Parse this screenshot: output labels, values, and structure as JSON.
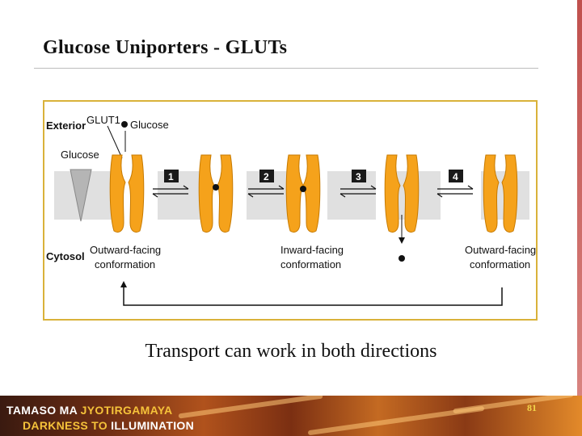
{
  "slide": {
    "title": "Glucose Uniporters - GLUTs",
    "caption": "Transport can work in both directions",
    "page_number": "81"
  },
  "figure": {
    "labels": {
      "exterior": "Exterior",
      "cytosol": "Cytosol",
      "glut1": "GLUT1",
      "glucose_top": "Glucose",
      "glucose_gradient": "Glucose",
      "outward_1_line1": "Outward-facing",
      "outward_1_line2": "conformation",
      "inward_line1": "Inward-facing",
      "inward_line2": "conformation",
      "outward_2_line1": "Outward-facing",
      "outward_2_line2": "conformation"
    },
    "steps": [
      "1",
      "2",
      "3",
      "4"
    ],
    "colors": {
      "protein": "#f5a21b",
      "membrane": "#e0e0e0",
      "step_box": "#1a1a1a",
      "border": "#d9b23a"
    }
  },
  "footer": {
    "line1_white": "TAMASO MA ",
    "line1_gold": "JYOTIRGAMAYA",
    "line2_gold": "DARKNESS TO ",
    "line2_white": "ILLUMINATION"
  }
}
